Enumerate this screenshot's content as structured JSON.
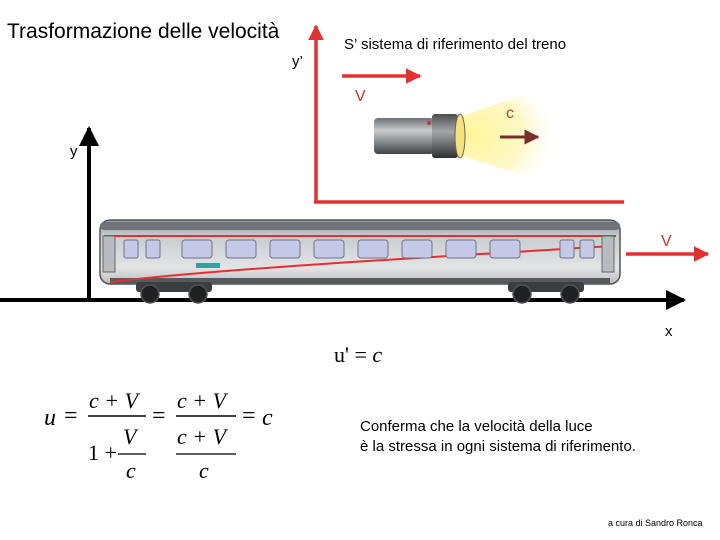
{
  "title": "Trasformazione delle velocità",
  "frame_label": "S’ sistema di riferimento del treno",
  "axes": {
    "y_prime": "y’",
    "y": "y",
    "x": "x"
  },
  "velocity_train_frame": "V",
  "light_speed": "c",
  "velocity_ground": "V",
  "eq_prime": {
    "lhs": "u'",
    "eq": "=",
    "rhs": "c"
  },
  "eq_main": {
    "u": "u",
    "eq1": "=",
    "num1": "c + V",
    "one_plus": "1 +",
    "den1_num": "V",
    "den1_den": "c",
    "eq2": "=",
    "num2": "c + V",
    "den2_num": "c + V",
    "den2_den": "c",
    "eq3": "=",
    "result": "c"
  },
  "conclusion_line1": "Conferma che la velocità della luce",
  "conclusion_line2": "è la stressa in ogni sistema di riferimento.",
  "credit": "a cura di Sandro Ronca",
  "colors": {
    "red_arrow": "#e53030",
    "axis_black": "#000000",
    "train_body": "#9aa0a6",
    "light_beam": "#fff27a"
  }
}
